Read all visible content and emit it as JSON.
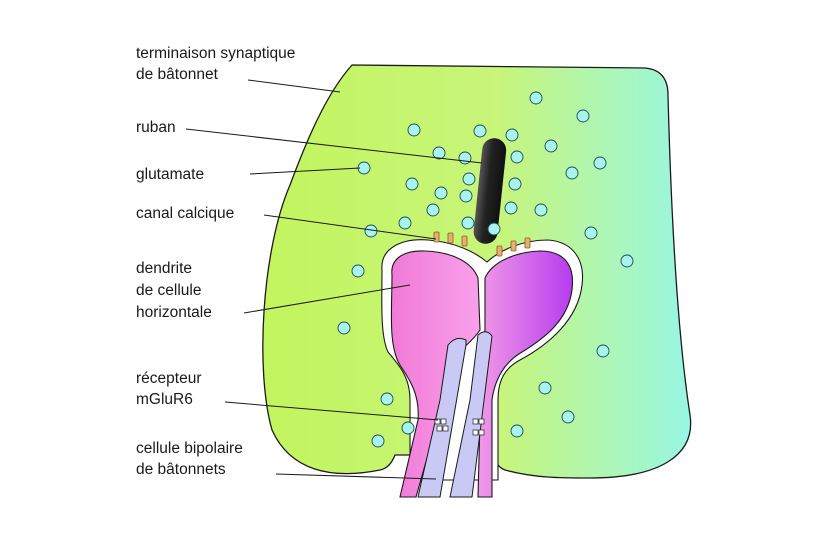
{
  "labels": {
    "rod_terminal": [
      "terminaison synaptique",
      "de bâtonnet"
    ],
    "ribbon": [
      "ruban"
    ],
    "glutamate": [
      "glutamate"
    ],
    "calcium_channel": [
      "canal calcique"
    ],
    "horizontal_dendrite": [
      "dendrite",
      "de cellule",
      "horizontale"
    ],
    "mglur6_receptor": [
      "récepteur",
      "mGluR6"
    ],
    "bipolar_cell": [
      "cellule bipolaire",
      "de bâtonnets"
    ]
  },
  "colors": {
    "terminal_left": "#c6f565",
    "terminal_right": "#9cf5e0",
    "vesicle_fill": "#a8f4ec",
    "ribbon": "#2a2a2a",
    "horizontal_left": "#f07fd8",
    "horizontal_right": "#c94bf0",
    "bipolar": "#c8c8f4",
    "channel": "#e0a050"
  }
}
